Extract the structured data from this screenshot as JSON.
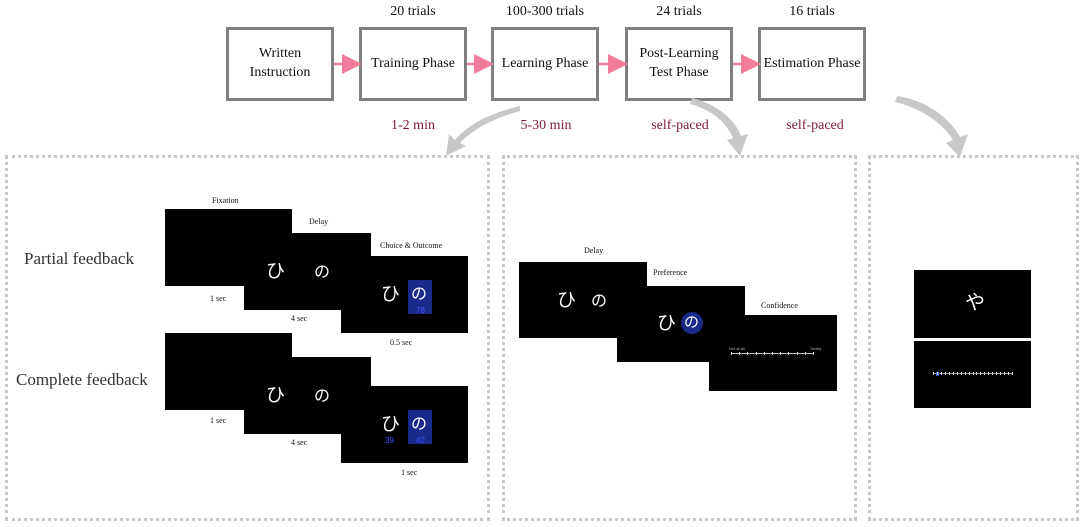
{
  "phases": [
    {
      "label_line1": "Written",
      "label_line2": "Instruction",
      "trials": "",
      "duration": ""
    },
    {
      "label_line1": "Training Phase",
      "label_line2": "",
      "trials": "20 trials",
      "duration": "1-2 min"
    },
    {
      "label_line1": "Learning Phase",
      "label_line2": "",
      "trials": "100-300 trials",
      "duration": "5-30 min"
    },
    {
      "label_line1": "Post-Learning",
      "label_line2": "Test Phase",
      "trials": "24 trials",
      "duration": "self-paced"
    },
    {
      "label_line1": "Estimation Phase",
      "label_line2": "",
      "trials": "16 trials",
      "duration": "self-paced"
    }
  ],
  "colors": {
    "arrow": "#f07b9a",
    "duration": "#7b1a3a",
    "box_border": "#7f7f7f",
    "panel_border": "#c8c8c8",
    "curved_arrow": "#c8c8c8"
  },
  "learning_panel": {
    "row_labels": {
      "partial": "Partial feedback",
      "complete": "Complete feedback"
    },
    "screen_labels": {
      "fixation": "Fixation",
      "delay": "Delay",
      "choice": "Choice & Outcome"
    },
    "partial_times": {
      "t1": "1 sec",
      "t2": "4 sec",
      "t3": "0.5 sec"
    },
    "complete_times": {
      "t1": "1 sec",
      "t2": "4 sec",
      "t3": "1 sec"
    },
    "glyph_left": "ひ",
    "glyph_right": "の",
    "partial_outcome": "78",
    "complete_outcome_left": "39",
    "complete_outcome_right": "42"
  },
  "test_panel": {
    "screen_labels": {
      "delay": "Delay",
      "preference": "Preference",
      "confidence": "Confidence"
    },
    "glyph_left": "ひ",
    "glyph_right": "の",
    "scale_left": "Not at all",
    "scale_right": "Totally"
  },
  "estimation_panel": {
    "glyph": "や"
  }
}
